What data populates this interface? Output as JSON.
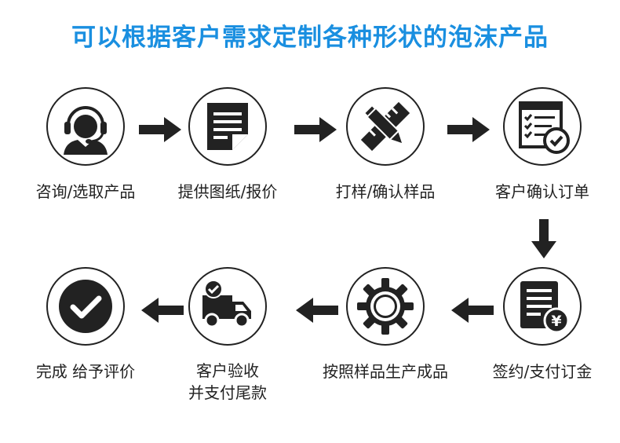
{
  "title": "可以根据客户需求定制各种形状的泡沫产品",
  "colors": {
    "title": "#1a8fe0",
    "icon": "#222222",
    "accent": "#ffffff"
  },
  "steps": [
    {
      "label": "咨询/选取产品",
      "icon": "customer-service-icon"
    },
    {
      "label": "提供图纸/报价",
      "icon": "document-icon"
    },
    {
      "label": "打样/确认样品",
      "icon": "ruler-pencil-icon"
    },
    {
      "label": "客户确认订单",
      "icon": "checklist-icon"
    },
    {
      "label": "签约/支付订金",
      "icon": "payment-document-icon"
    },
    {
      "label": "按照样品生产成品",
      "icon": "gear-icon"
    },
    {
      "label_line1": "客户验收",
      "label_line2": "并支付尾款",
      "icon": "delivery-truck-icon"
    },
    {
      "label": "完成 给予评价",
      "icon": "check-circle-icon"
    }
  ]
}
